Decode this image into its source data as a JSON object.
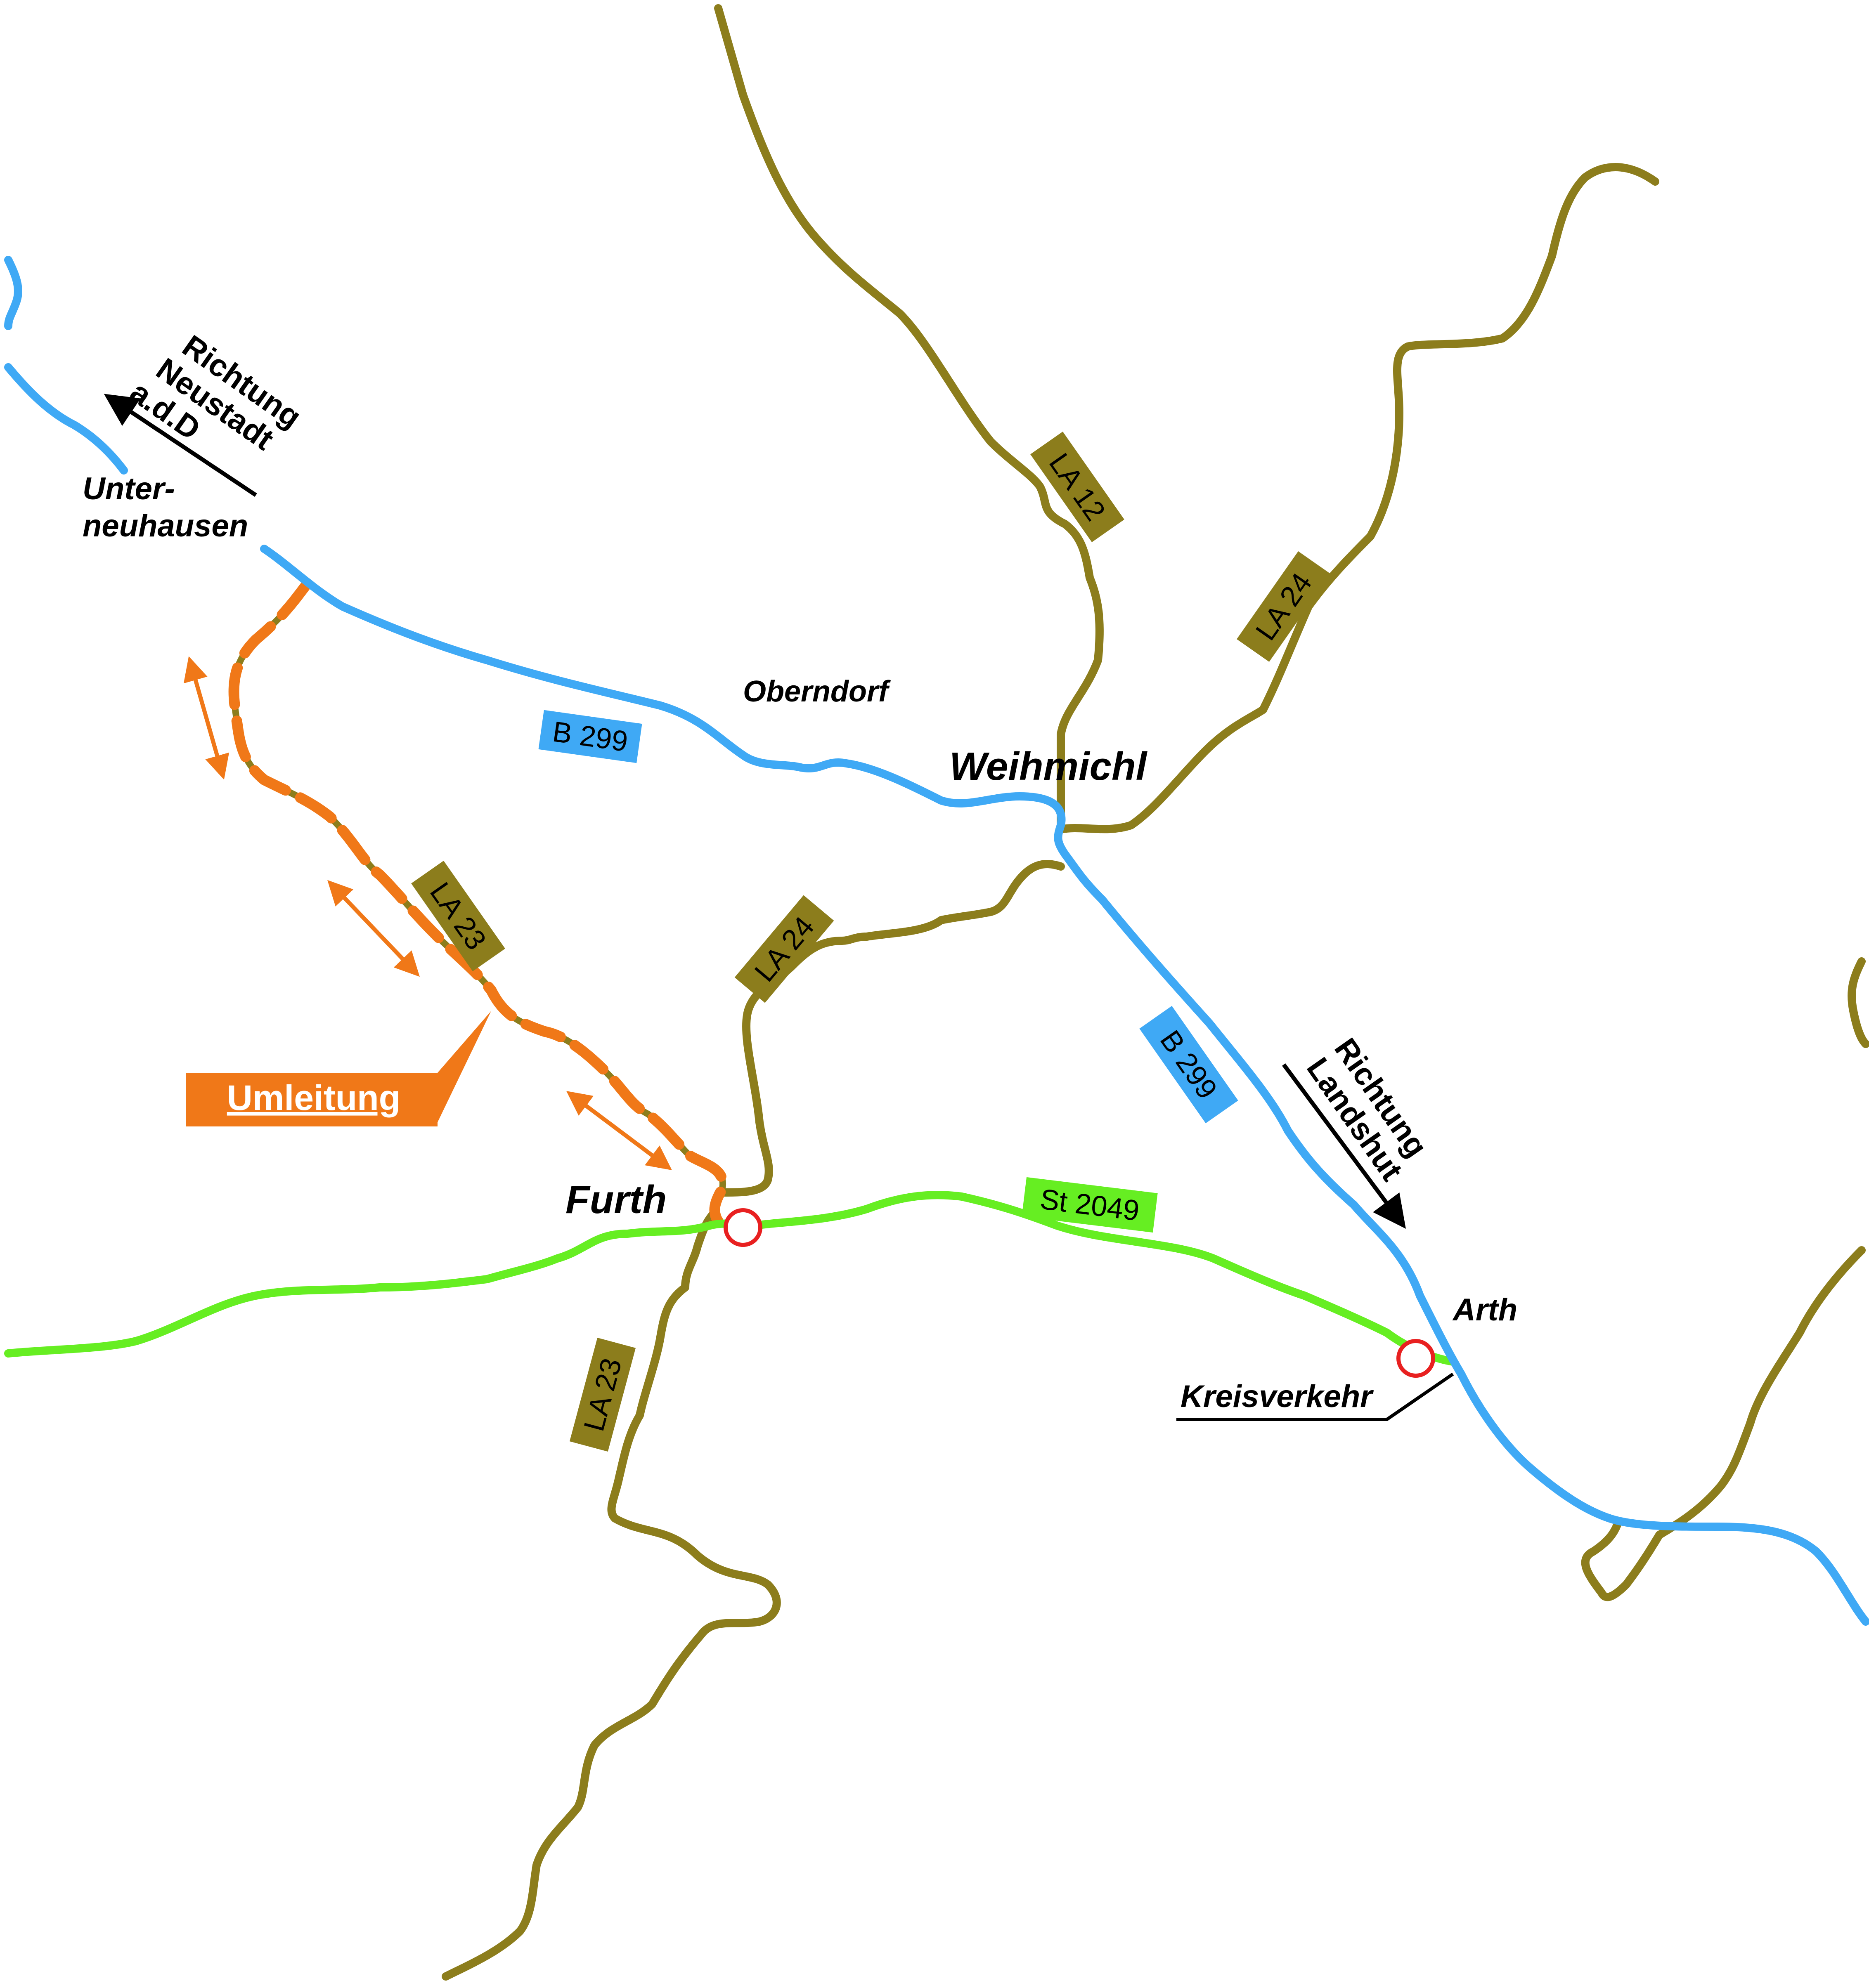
{
  "colors": {
    "background": "#ffffff",
    "federal_road": "#3fa9f5",
    "state_road": "#66ee22",
    "district_road": "#8c7d1c",
    "detour": "#f07818",
    "roundabout": "#e82020",
    "text": "#000000"
  },
  "roads": {
    "b299_a": "B 299",
    "b299_b": "B 299",
    "st2049": "St 2049",
    "la12": "LA 12",
    "la24_a": "LA 24",
    "la24_b": "LA 24",
    "la23_a": "LA 23",
    "la23_b": "LA 23"
  },
  "places": {
    "unterneuhausen_line1": "Unter-",
    "unterneuhausen_line2": "neuhausen",
    "oberndorf": "Oberndorf",
    "weihmichl": "Weihmichl",
    "furth": "Furth",
    "arth": "Arth",
    "kreisverkehr": "Kreisverkehr"
  },
  "directions": {
    "neustadt": [
      "Richtung",
      "Neustadt",
      "a.d.D"
    ],
    "landshut": [
      "Richtung",
      "Landshut"
    ]
  },
  "detour": {
    "label": "Umleitung"
  }
}
